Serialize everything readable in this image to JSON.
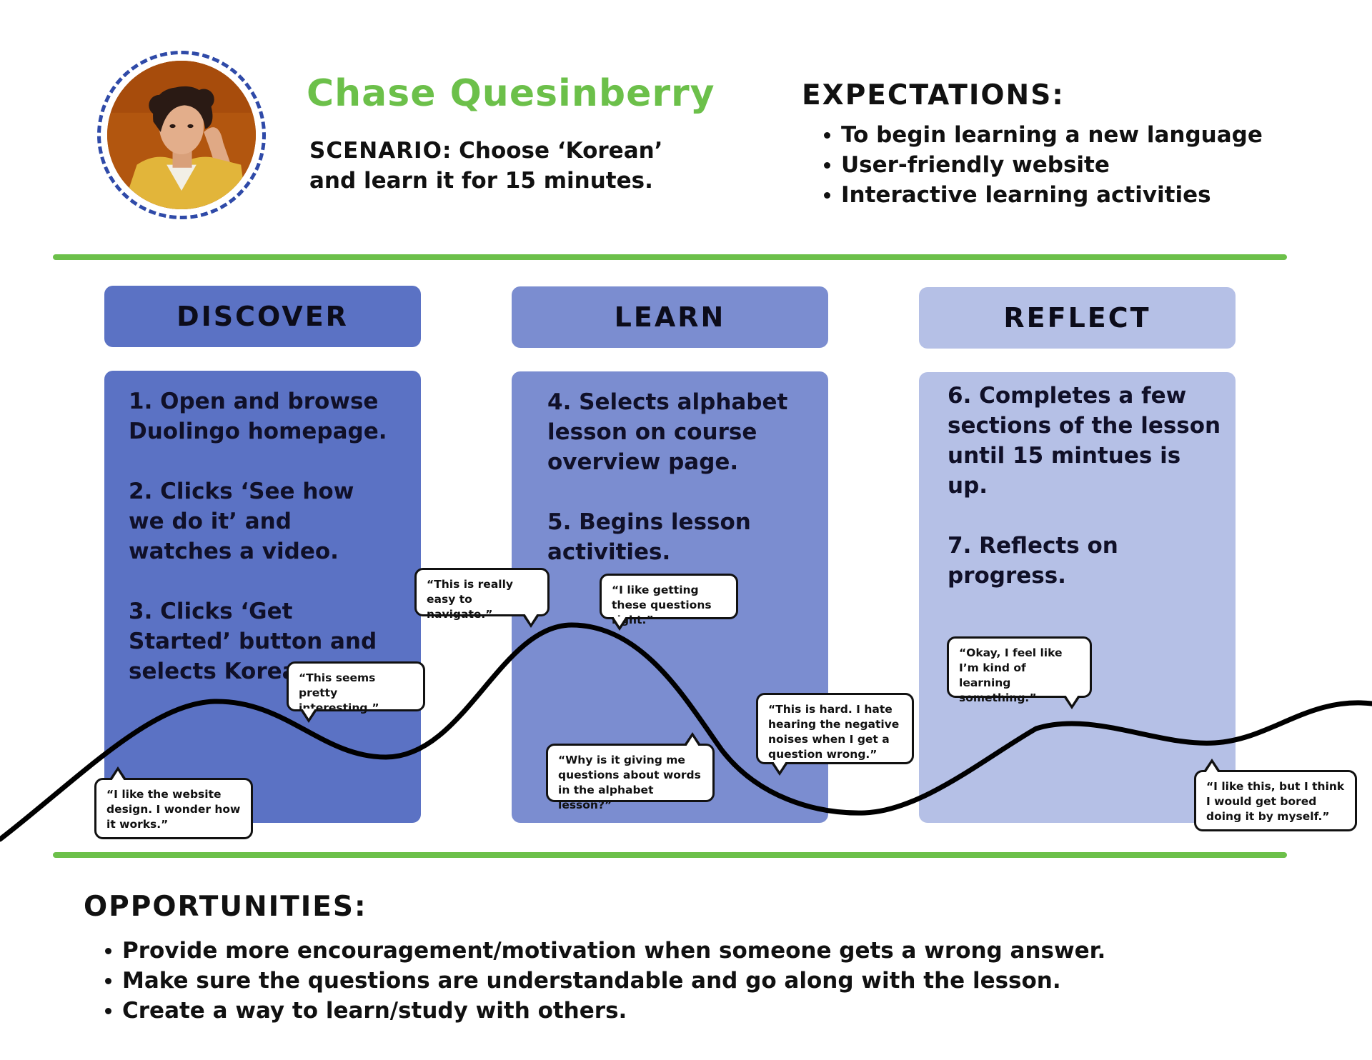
{
  "persona": {
    "name": "Chase Quesinberry",
    "scenario_label": "SCENARIO",
    "scenario_text": ": Choose ‘Korean’ and learn it for 15 minutes."
  },
  "expectations": {
    "title": "EXPECTATIONS:",
    "items": [
      "To begin learning a new language",
      "User-friendly website",
      "Interactive learning activities"
    ]
  },
  "stages": [
    {
      "title": "DISCOVER",
      "steps": [
        "1. Open and browse Duolingo homepage.",
        "2. Clicks ‘See how we do it’ and watches a video.",
        "3. Clicks ‘Get Started’ button and selects Korean"
      ]
    },
    {
      "title": "LEARN",
      "steps": [
        "4. Selects alphabet lesson on course overview page.",
        "5. Begins lesson activities."
      ]
    },
    {
      "title": "REFLECT",
      "steps": [
        "6. Completes a few sections of the lesson until 15 mintues is up.",
        "7. Reflects on progress."
      ]
    }
  ],
  "quotes": [
    "“I like the website design. I wonder how it works.”",
    "“This seems pretty interesting.”",
    "“This is really easy to navigate.”",
    "“I like getting these questions right.”",
    "“Why is it giving me questions about words in the alphabet lesson?”",
    "“This is hard. I hate hearing the negative noises when I get a question wrong.”",
    "“Okay, I feel like I’m kind of learning something.”",
    "“I like this, but I think I would get bored doing it by myself.”"
  ],
  "opportunities": {
    "title": "OPPORTUNITIES:",
    "items": [
      "Provide more encouragement/motivation when someone gets a wrong answer.",
      "Make sure the questions are understandable and go along with the lesson.",
      "Create a way to learn/study with others."
    ]
  },
  "colors": {
    "accent_green": "#6cc04a",
    "discover": "#5b72c4",
    "learn": "#7b8dd0",
    "reflect": "#b5c0e6",
    "avatar_ring": "#2f4aa8"
  }
}
